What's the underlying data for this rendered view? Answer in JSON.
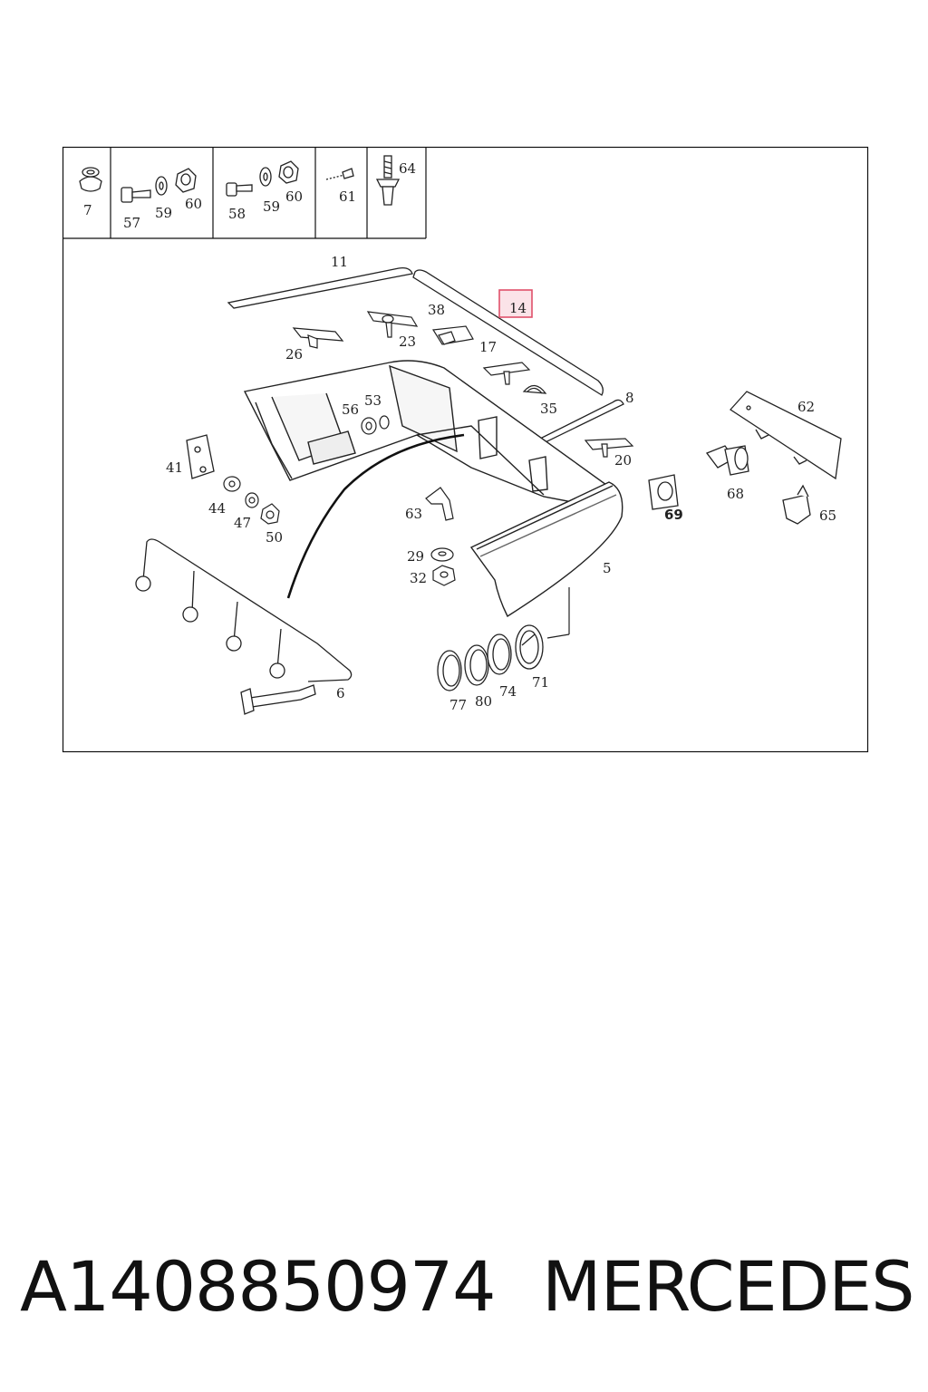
{
  "diagram": {
    "header_cells": [
      {
        "labels": [
          "7"
        ]
      },
      {
        "labels": [
          "57",
          "59",
          "60"
        ]
      },
      {
        "labels": [
          "58",
          "59",
          "60"
        ]
      },
      {
        "labels": [
          "61"
        ]
      },
      {
        "labels": [
          "64"
        ]
      }
    ],
    "callouts": [
      "11",
      "14",
      "38",
      "23",
      "26",
      "17",
      "8",
      "56",
      "53",
      "35",
      "62",
      "41",
      "20",
      "68",
      "44",
      "47",
      "50",
      "63",
      "69",
      "65",
      "29",
      "32",
      "5",
      "6",
      "77",
      "80",
      "74",
      "71"
    ],
    "highlighted_callout": "14",
    "highlight_color": "#e0506a",
    "highlight_fill": "#fbe3e8"
  },
  "footer": {
    "part_number": "A1408850974",
    "brand": "MERCEDES"
  }
}
